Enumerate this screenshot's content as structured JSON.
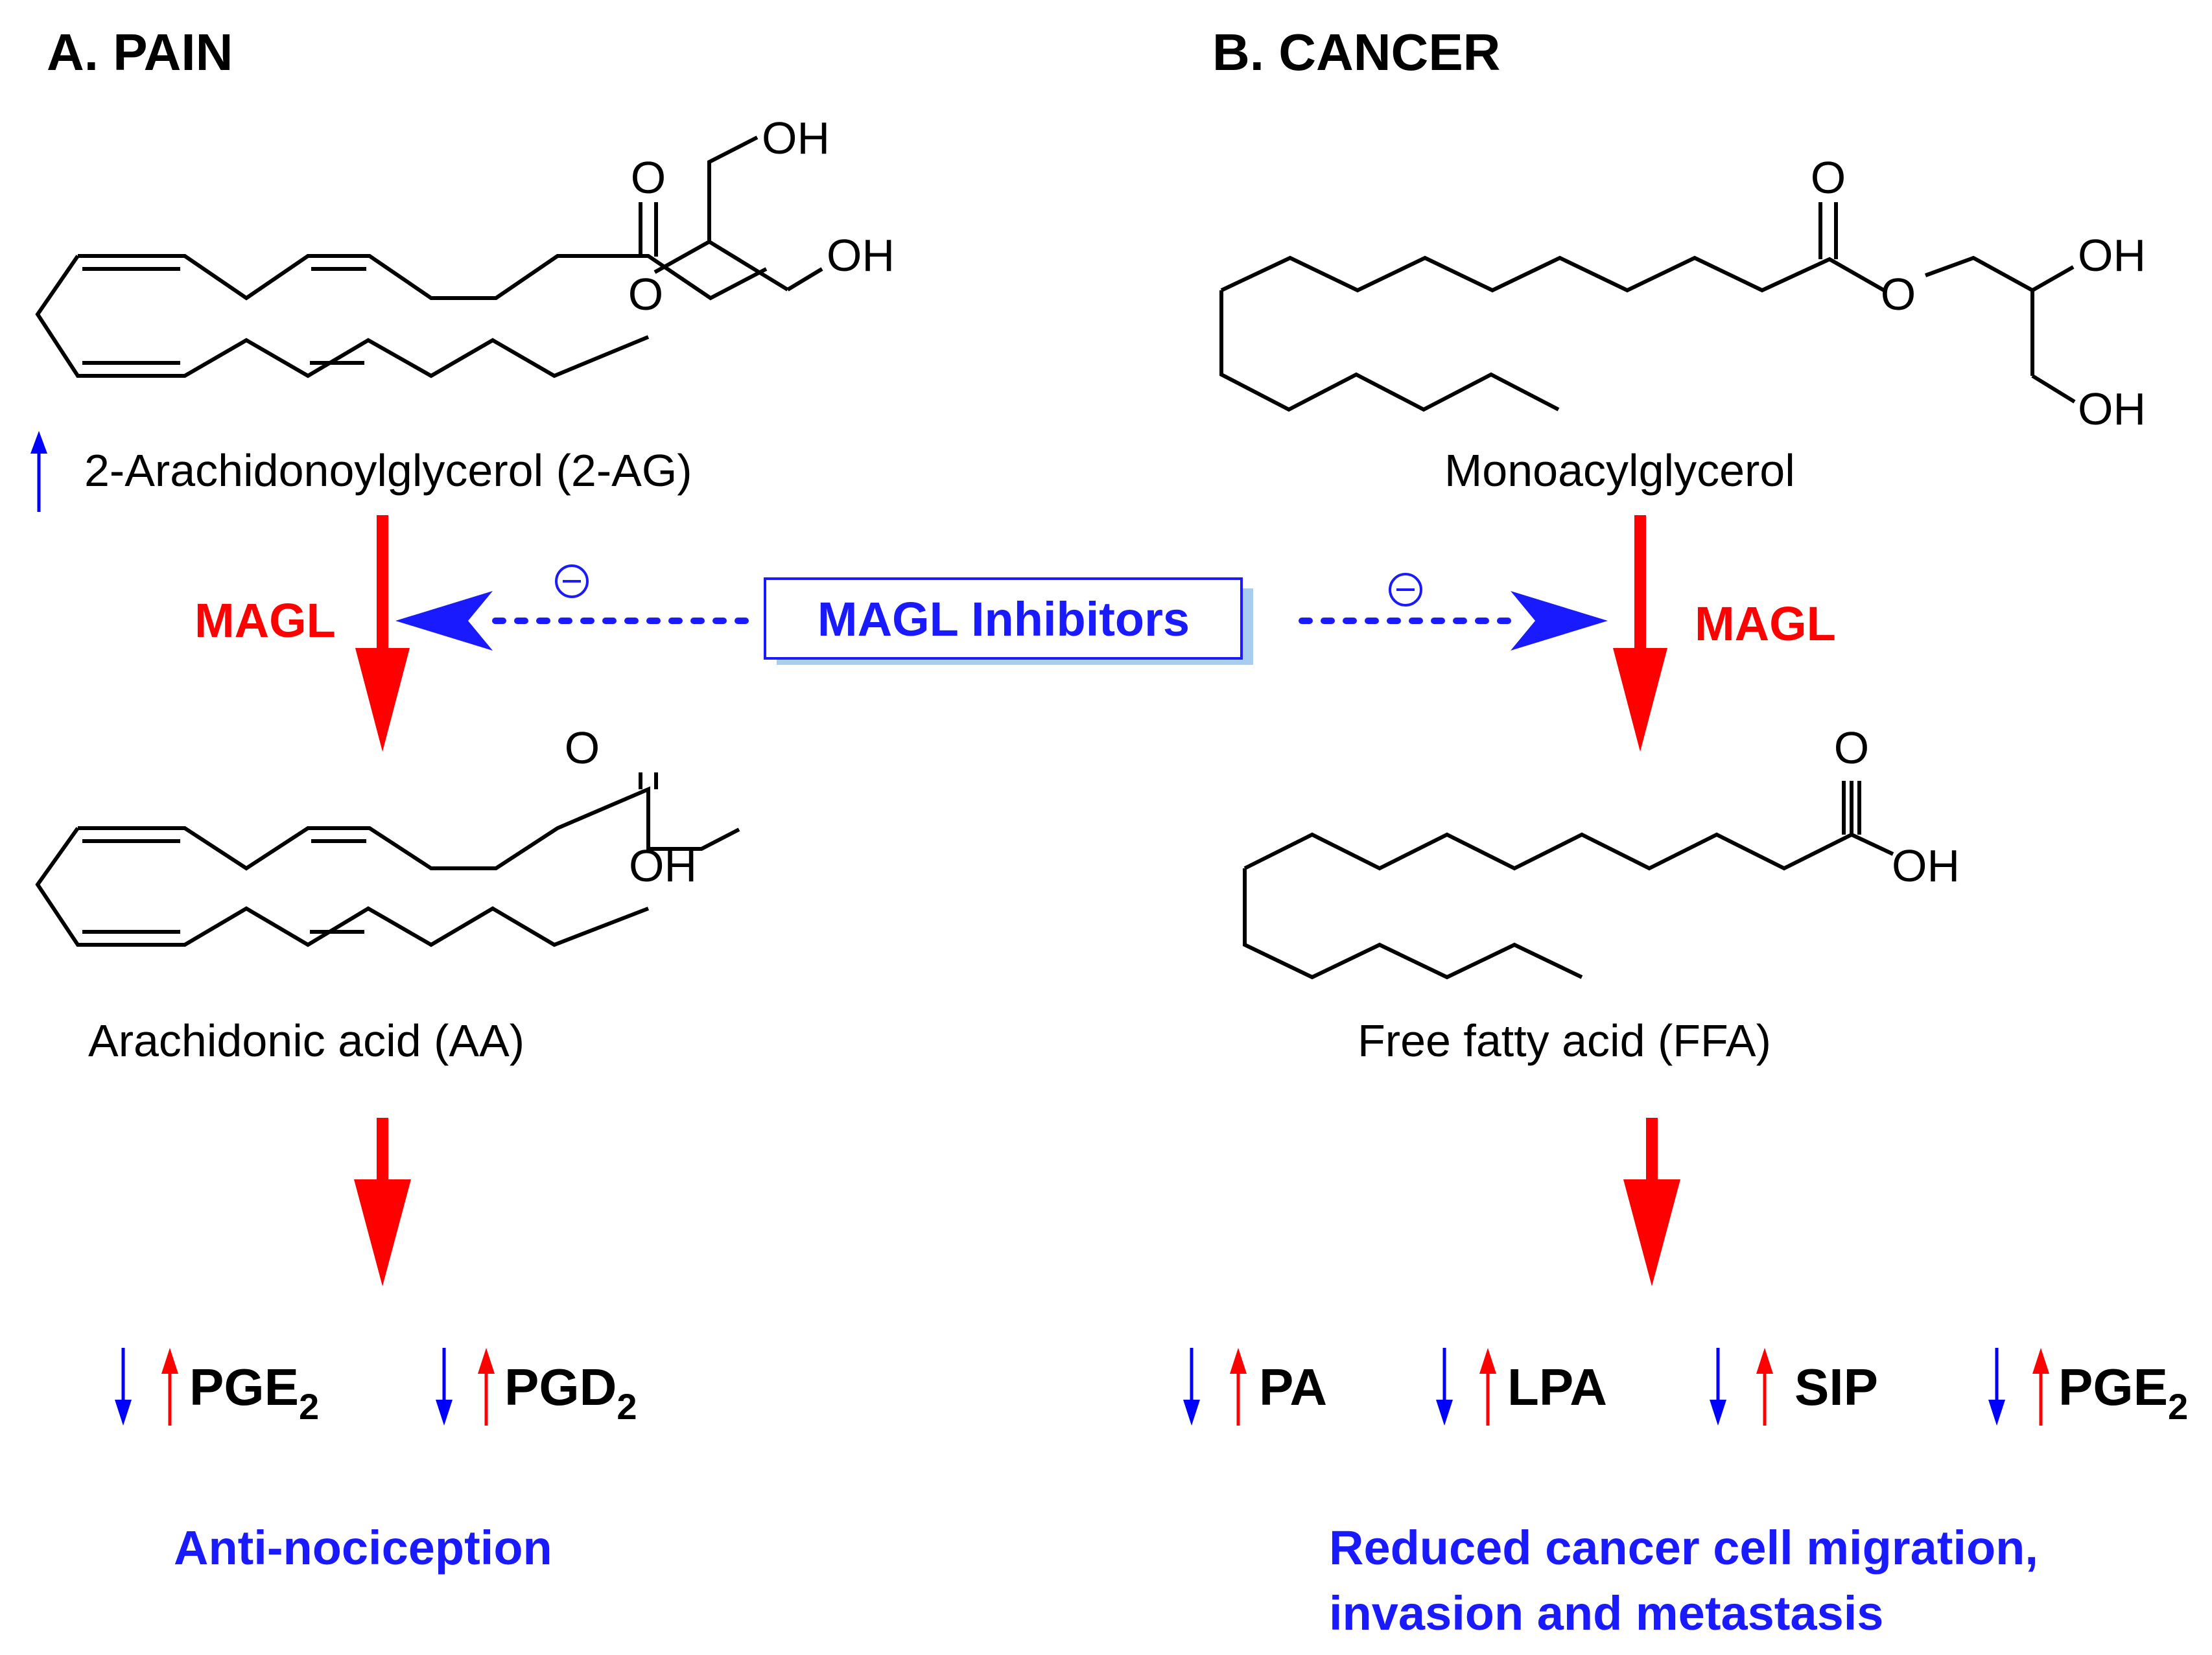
{
  "panels": {
    "pain": {
      "header": "A. PAIN",
      "substrate": "2-Arachidonoylglycerol (2-AG)",
      "enzyme": "MAGL",
      "product": "Arachidonic acid (AA)",
      "metabolites": [
        {
          "base": "PGE",
          "sub": "2"
        },
        {
          "base": "PGD",
          "sub": "2"
        }
      ],
      "effect": "Anti-nociception"
    },
    "cancer": {
      "header": "B. CANCER",
      "substrate": "Monoacylglycerol",
      "enzyme": "MAGL",
      "product": "Free fatty acid (FFA)",
      "metabolites": [
        {
          "base": "PA",
          "sub": ""
        },
        {
          "base": "LPA",
          "sub": ""
        },
        {
          "base": "SIP",
          "sub": ""
        },
        {
          "base": "PGE",
          "sub": "2"
        }
      ],
      "effect_line1": "Reduced cancer cell migration,",
      "effect_line2": "invasion and metastasis"
    }
  },
  "inhibitor": {
    "label": "MAGL Inhibitors",
    "sign": "⊖"
  },
  "atoms": {
    "O": "O",
    "OH": "OH"
  },
  "colors": {
    "enzyme_red": "#ff0000",
    "inhibitor_blue": "#1a1aff",
    "box_shadow": "#a9cdef",
    "down_arrow": "#0000ff",
    "up_arrow": "#ff0000"
  },
  "icons": {
    "decrease": "blue-down-arrow-icon",
    "increase": "red-up-arrow-icon",
    "inhibition": "circled-minus-icon"
  }
}
